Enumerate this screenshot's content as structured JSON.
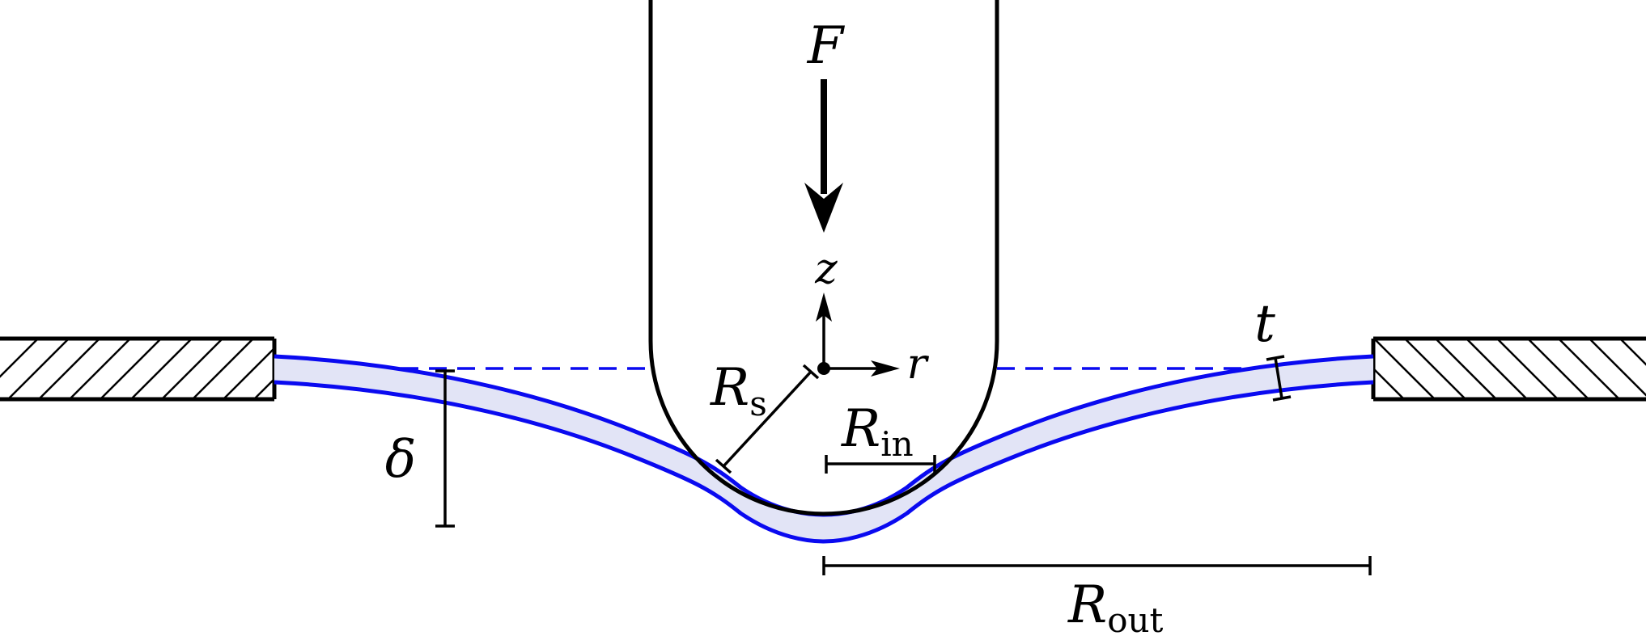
{
  "labels": {
    "force": "F",
    "z_axis": "z",
    "r_axis": "r",
    "sphere_radius": {
      "main": "R",
      "sub": "s"
    },
    "inner_radius": {
      "main": "R",
      "sub": "in"
    },
    "outer_radius": {
      "main": "R",
      "sub": "out"
    },
    "deflection": "δ",
    "thickness": "t"
  },
  "colors": {
    "film_outline": "#0a0af0",
    "film_fill": "#e2e4f6",
    "ink": "#000000"
  }
}
